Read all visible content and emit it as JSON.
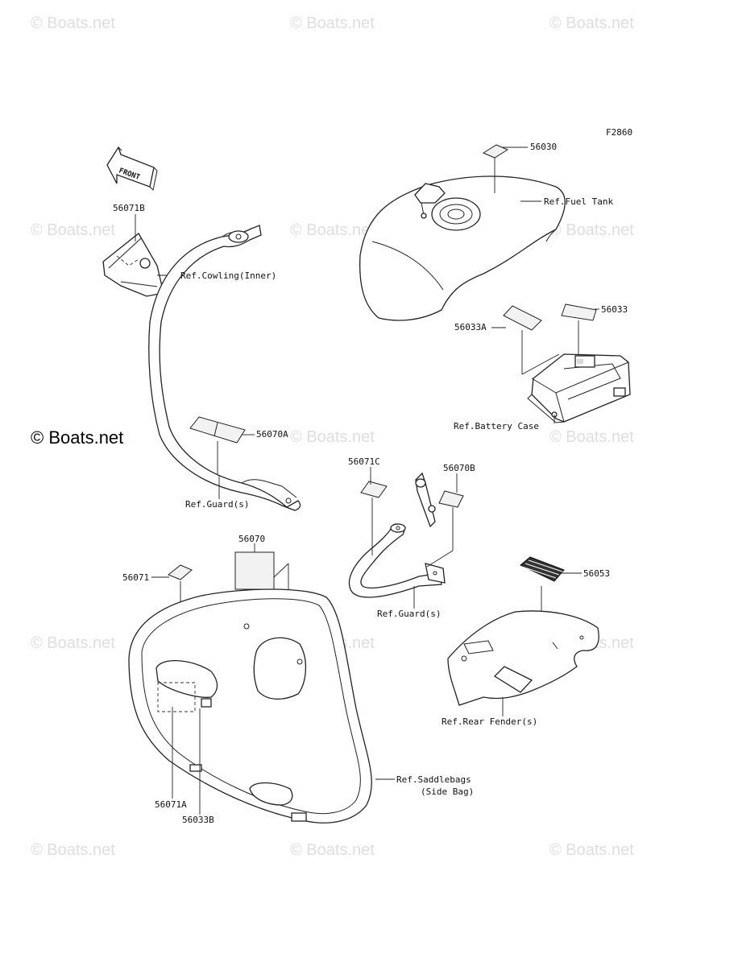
{
  "figure_code": "F2860",
  "watermarks": [
    "© Boats.net",
    "© Boats.net",
    "© Boats.net",
    "© Boats.net",
    "© Boats.net",
    "© Boats.net",
    "© Boats.net",
    "© Boats.net",
    "© Boats.net",
    "© Boats.net",
    "© Boats.net",
    "© Boats.net",
    "© Boats.net",
    "© Boats.net"
  ],
  "watermark_main": "© Boats.net",
  "front_arrow_label": "FRONT",
  "parts": {
    "p56030": "56030",
    "p56071B": "56071B",
    "p56033": "56033",
    "p56033A": "56033A",
    "p56070A": "56070A",
    "p56071C": "56071C",
    "p56070B": "56070B",
    "p56070": "56070",
    "p56071": "56071",
    "p56053": "56053",
    "p56071A": "56071A",
    "p56033B": "56033B"
  },
  "refs": {
    "fuel_tank": "Ref.Fuel Tank",
    "cowling": "Ref.Cowling(Inner)",
    "battery_case": "Ref.Battery Case",
    "guard_left": "Ref.Guard(s)",
    "guard_center": "Ref.Guard(s)",
    "rear_fender": "Ref.Rear Fender(s)",
    "saddlebags_line1": "Ref.Saddlebags",
    "saddlebags_line2": "(Side Bag)"
  }
}
